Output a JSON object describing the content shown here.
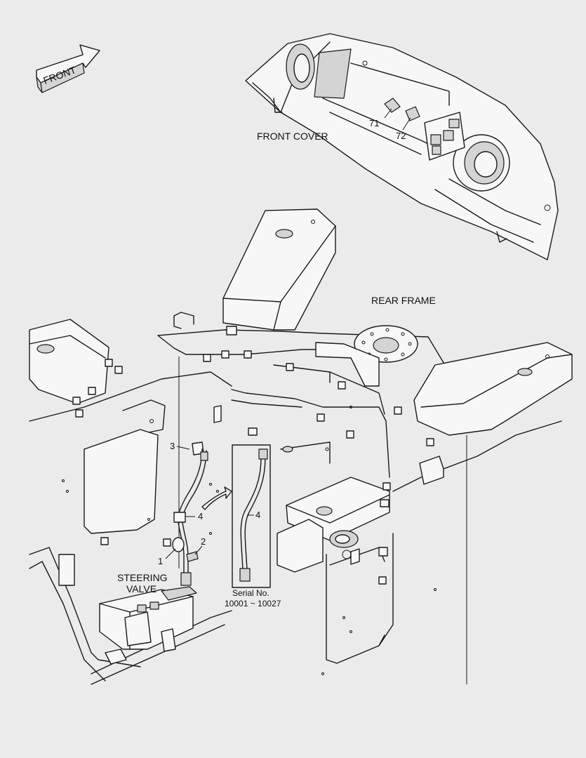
{
  "direction_arrow": {
    "label": "FRONT"
  },
  "labels": {
    "front_cover": "FRONT COVER",
    "rear_frame": "REAR FRAME",
    "steering_valve_line1": "STEERING",
    "steering_valve_line2": "VALVE"
  },
  "callouts": {
    "part_1": "1",
    "part_2": "2",
    "part_3": "3",
    "part_4": "4",
    "part_4_detail": "4",
    "part_71": "71",
    "part_72": "72"
  },
  "detail_box": {
    "serial_label": "Serial No.",
    "serial_range": "10001 ~ 10027"
  }
}
